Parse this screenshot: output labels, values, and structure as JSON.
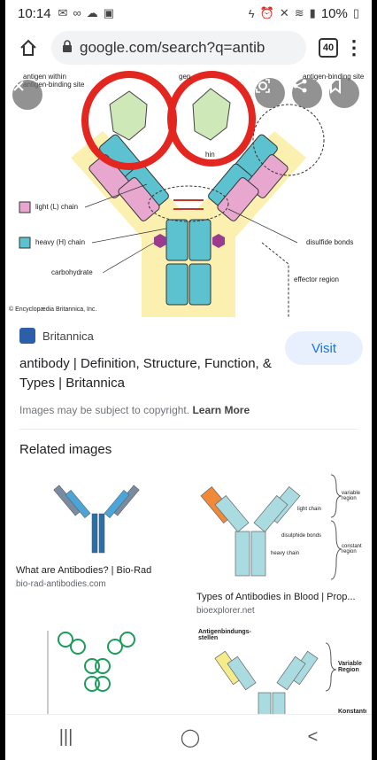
{
  "status_bar": {
    "time": "10:14",
    "battery": "10%"
  },
  "browser": {
    "url": "google.com/search?q=antib",
    "tab_count": "40"
  },
  "hero_image": {
    "labels": {
      "antigen_within": "antigen within",
      "antigen_binding_site_left": "antigen-binding site",
      "antigen": "gen",
      "antigen_binding_site_right": "antigen-binding site",
      "light_chain": "light (L) chain",
      "heavy_chain": "heavy (H) chain",
      "carbohydrate": "carbohydrate",
      "disulfide": "disulfide bonds",
      "effector": "effector region",
      "hinge": "hin",
      "copyright": "© Encyclopædia Britannica, Inc."
    }
  },
  "result": {
    "source": "Britannica",
    "title": "antibody | Definition, Structure, Function, & Types | Britannica",
    "copyright_text": "Images may be subject to copyright.",
    "learn_more": "Learn More",
    "visit_label": "Visit"
  },
  "related": {
    "heading": "Related images",
    "items": [
      {
        "caption": "What are Antibodies? | Bio-Rad",
        "site": "bio-rad-antibodies.com"
      },
      {
        "caption": "Types of Antibodies in Blood | Prop...",
        "site": "bioexplorer.net"
      }
    ],
    "thumb_labels": {
      "variable_region": "variable region",
      "light_chain": "light chain",
      "disulphide": "disulphide bonds",
      "constant_region": "constant region",
      "heavy_chain": "heavy chain",
      "antigenbindungs": "Antigenbindungs-stellen",
      "variable": "Variable Region",
      "konstante": "Konstante Region"
    }
  },
  "nav": {
    "recents": "|||",
    "home": "◯",
    "back": "<"
  }
}
